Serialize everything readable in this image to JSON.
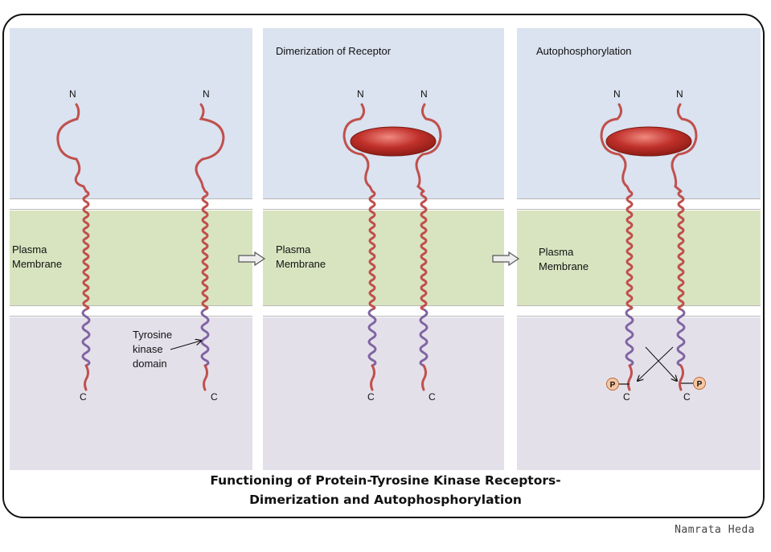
{
  "panels": [
    {
      "title": "",
      "membrane_label_1": "Plasma",
      "membrane_label_2": "Membrane"
    },
    {
      "title": "Dimerization of Receptor",
      "membrane_label_1": "Plasma",
      "membrane_label_2": "Membrane"
    },
    {
      "title": "Autophosphorylation",
      "membrane_label_1": "Plasma",
      "membrane_label_2": "Membrane"
    }
  ],
  "annotation": {
    "line1": "Tyrosine",
    "line2": "kinase",
    "line3": "domain"
  },
  "terminus": {
    "n": "N",
    "c": "C"
  },
  "phosphate": "P",
  "caption": {
    "line1": "Functioning of Protein-Tyrosine Kinase Receptors-",
    "line2": "Dimerization and Autophosphorylation"
  },
  "signature": "Namrata Heda",
  "colors": {
    "extracellular": "#dae3ef",
    "membrane": "#d8e4c0",
    "intracellular": "#e4e0ea",
    "receptor_chain": "#c0504d",
    "kinase_domain": "#8064a2",
    "ligand": "#c0302a",
    "phosphate": "#f7c6a3"
  }
}
